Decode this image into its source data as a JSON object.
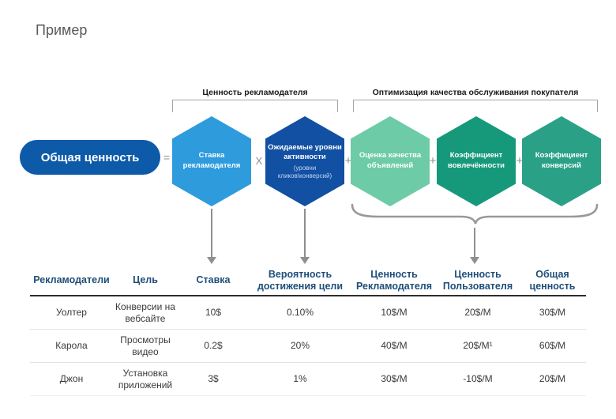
{
  "page": {
    "title": "Пример"
  },
  "colors": {
    "pill_blue": "#0d5aa9",
    "hex_blue_light": "#2e9bdd",
    "hex_blue_dark": "#1150a2",
    "hex_green_light": "#6ecba7",
    "hex_green": "#16997a",
    "hex_green_teal": "#2aa187",
    "header_text": "#1e4e79",
    "connector_gray": "#8f8f8f"
  },
  "diagram": {
    "groups": [
      {
        "label": "Ценность рекламодателя"
      },
      {
        "label": "Оптимизация качества обслуживания покупателя"
      }
    ],
    "total_pill": {
      "label": "Общая ценность",
      "color": "#0d5aa9"
    },
    "operators": {
      "equals": "=",
      "multiply": "X",
      "plus": "+"
    },
    "hexagons": [
      {
        "label": "Ставка\nрекламодателя",
        "sub": "",
        "color": "#2e9bdd"
      },
      {
        "label": "Ожидаемые уровни\nактивности",
        "sub": "(уровни кликов\\конверсий)",
        "color": "#1150a2"
      },
      {
        "label": "Оценка качества\nобъявлений",
        "sub": "",
        "color": "#6ecba7"
      },
      {
        "label": "Коэффициент\nвовлечённости",
        "sub": "",
        "color": "#16997a"
      },
      {
        "label": "Коэффициент\nконверсий",
        "sub": "",
        "color": "#2aa187"
      }
    ]
  },
  "table": {
    "headers": [
      "Рекламодатели",
      "Цель",
      "Ставка",
      "Вероятность достижения цели",
      "Ценность Рекламодателя",
      "Ценность Пользователя",
      "Общая ценность"
    ],
    "rows": [
      [
        "Уолтер",
        "Конверсии на вебсайте",
        "10$",
        "0.10%",
        "10$/M",
        "20$/M",
        "30$/M"
      ],
      [
        "Карола",
        "Просмотры видео",
        "0.2$",
        "20%",
        "40$/M",
        "20$/M¹",
        "60$/M"
      ],
      [
        "Джон",
        "Установка приложений",
        "3$",
        "1%",
        "30$/M",
        "-10$/M",
        "20$/M"
      ]
    ]
  }
}
